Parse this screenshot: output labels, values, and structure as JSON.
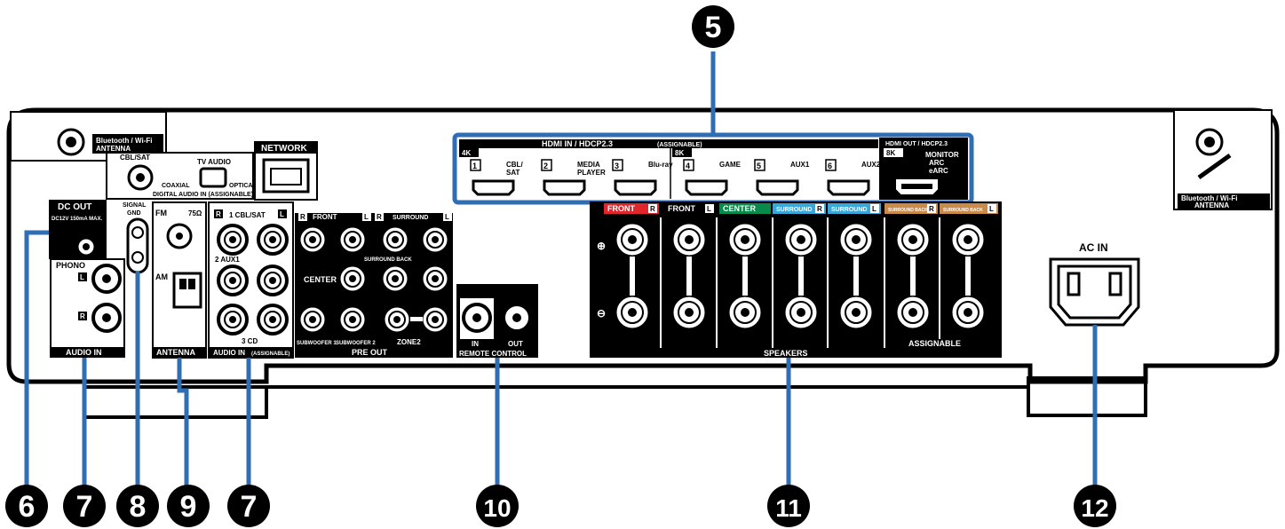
{
  "callouts": [
    "5",
    "6",
    "7",
    "8",
    "9",
    "7",
    "10",
    "11",
    "12"
  ],
  "colors": {
    "callout_line": "#2f6db5",
    "panel": "#000000",
    "front": "#e0262b",
    "center": "#0a8a4a",
    "surround": "#3aa7d8",
    "surround_back": "#c98a4a"
  },
  "bt_antenna_left": {
    "line1": "Bluetooth / Wi-Fi",
    "line2": "ANTENNA"
  },
  "bt_antenna_right": {
    "line1": "Bluetooth / Wi-Fi",
    "line2": "ANTENNA"
  },
  "digital_audio": {
    "cbl_sat": "CBL/SAT",
    "tv_audio": "TV AUDIO",
    "coaxial": "COAXIAL",
    "optical": "OPTICAL",
    "title": "DIGITAL AUDIO IN (ASSIGNABLE)"
  },
  "network": "NETWORK",
  "hdmi_in": {
    "title": "HDMI IN / HDCP2.3",
    "assignable": "(ASSIGNABLE)",
    "badge_4k": "4K",
    "badge_8k": "8K",
    "inputs": [
      {
        "num": "1",
        "l1": "CBL/",
        "l2": "SAT"
      },
      {
        "num": "2",
        "l1": "MEDIA",
        "l2": "PLAYER"
      },
      {
        "num": "3",
        "l1": "Blu-ray",
        "l2": ""
      },
      {
        "num": "4",
        "l1": "GAME",
        "l2": ""
      },
      {
        "num": "5",
        "l1": "AUX1",
        "l2": ""
      },
      {
        "num": "6",
        "l1": "AUX2",
        "l2": ""
      }
    ]
  },
  "hdmi_out": {
    "title": "HDMI OUT / HDCP2.3",
    "badge": "8K",
    "l1": "MONITOR",
    "l2": "ARC",
    "l3": "eARC"
  },
  "dc_out": {
    "title": "DC OUT",
    "spec": "DC12V 150mA MAX."
  },
  "signal_gnd": {
    "l1": "SIGNAL",
    "l2": "GND"
  },
  "phono": {
    "title": "PHONO",
    "l": "L",
    "r": "R",
    "footer": "AUDIO IN"
  },
  "antenna": {
    "fm": "FM",
    "ohm": "75Ω",
    "am": "AM",
    "footer": "ANTENNA"
  },
  "audio_in": {
    "r": "R",
    "l": "L",
    "in1": "1 CBL/SAT",
    "in2": "2 AUX1",
    "in3": "3 CD",
    "footer": "AUDIO IN",
    "assignable": "(ASSIGNABLE)"
  },
  "pre_out": {
    "r": "R",
    "l": "L",
    "front": "FRONT",
    "surround": "SURROUND",
    "surround_back": "SURROUND BACK",
    "center": "CENTER",
    "sub1": "SUBWOOFER 1",
    "sub2": "SUBWOOFER 2",
    "zone2": "ZONE2",
    "footer": "PRE OUT"
  },
  "remote": {
    "in": "IN",
    "out": "OUT",
    "footer": "REMOTE CONTROL"
  },
  "speakers": {
    "front_r": "FRONT",
    "front_l": "FRONT",
    "center": "CENTER",
    "surround_r": "SURROUND",
    "surround_l": "SURROUND",
    "sb_r": "SURROUND BACK",
    "sb_l": "SURROUND BACK",
    "r": "R",
    "l": "L",
    "plus": "⊕",
    "minus": "⊖",
    "assignable": "ASSIGNABLE",
    "footer": "SPEAKERS"
  },
  "ac_in": "AC IN"
}
